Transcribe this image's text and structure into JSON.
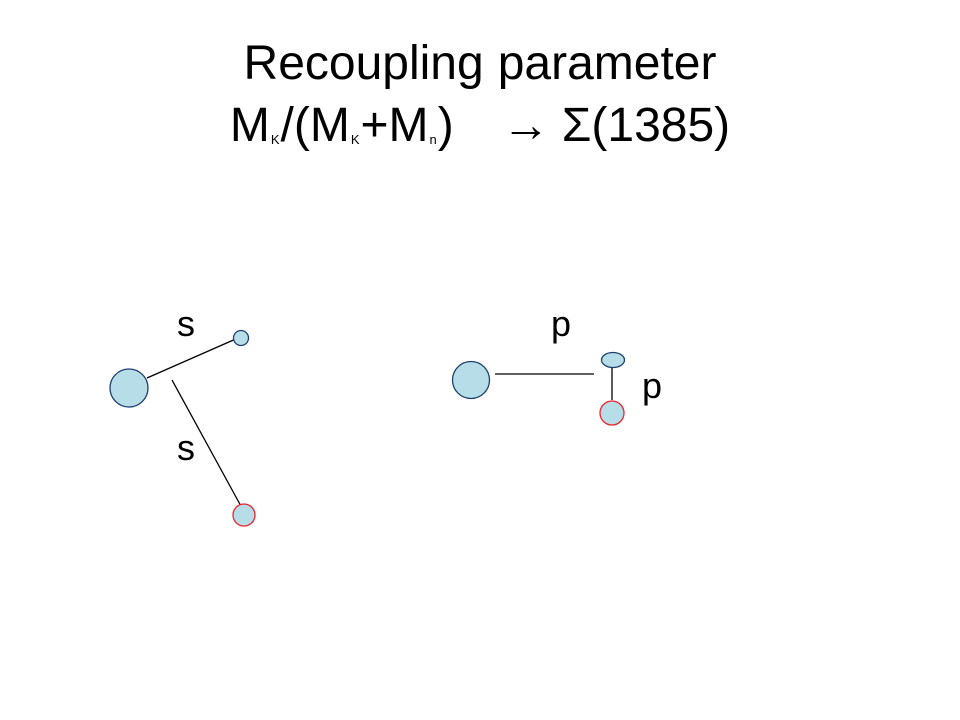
{
  "title": {
    "line1_part1": "Recoupling",
    "line1_part2": "parameter",
    "line2": {
      "m1": "M",
      "sub1": "K",
      "mid": "/(M",
      "sub2": "K",
      "plus": "+M",
      "sub3": "n",
      "close": ")",
      "arrow": "→",
      "result": "Σ(1385)"
    }
  },
  "diagram": {
    "left_upper_label": "s",
    "left_lower_label": "s",
    "right_upper_label": "p",
    "right_lower_label": "p"
  },
  "colors": {
    "particle_fill": "#b7dde8",
    "particle_stroke": "#1f3f6e",
    "lower_particle_stroke": "#e8262b",
    "line": "#000000"
  }
}
